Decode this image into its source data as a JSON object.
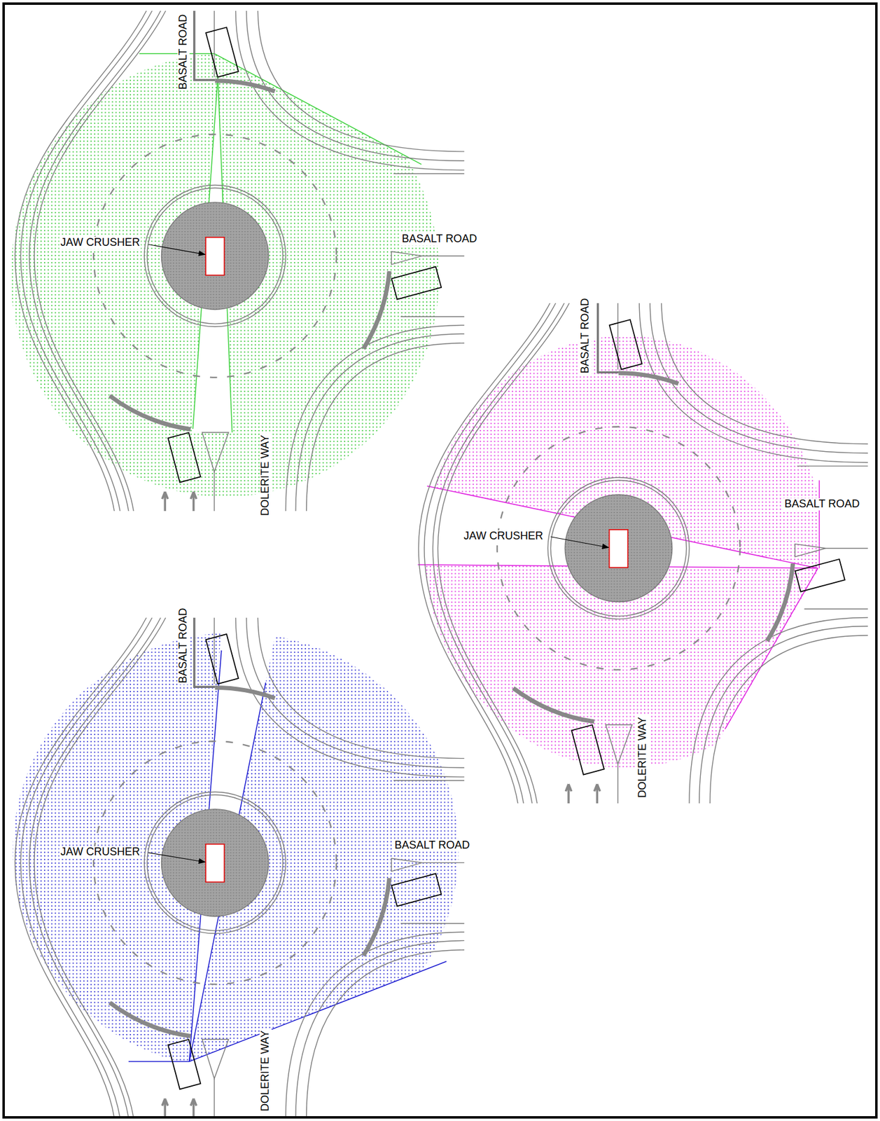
{
  "diagram": {
    "labels": [
      "BASALT ROAD",
      "JAW CRUSHER",
      "BASALT ROAD",
      "DOLERITE WAY",
      "BASALT ROAD",
      "BASALT ROAD",
      "JAW CRUSHER",
      "DOLERITE WAY",
      "BASALT ROAD",
      "JAW CRUSHER",
      "BASALT ROAD",
      "DOLERITE WAY"
    ]
  }
}
